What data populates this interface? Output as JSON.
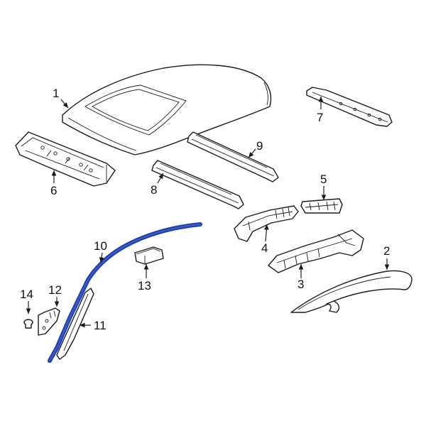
{
  "diagram": {
    "colors": {
      "line": "#1a1a1a",
      "highlight": "#1f3fa8",
      "background": "#ffffff"
    },
    "callouts": {
      "c1": "1",
      "c2": "2",
      "c3": "3",
      "c4": "4",
      "c5": "5",
      "c6": "6",
      "c7": "7",
      "c8": "8",
      "c9": "9",
      "c10": "10",
      "c11": "11",
      "c12": "12",
      "c13": "13",
      "c14": "14"
    }
  }
}
